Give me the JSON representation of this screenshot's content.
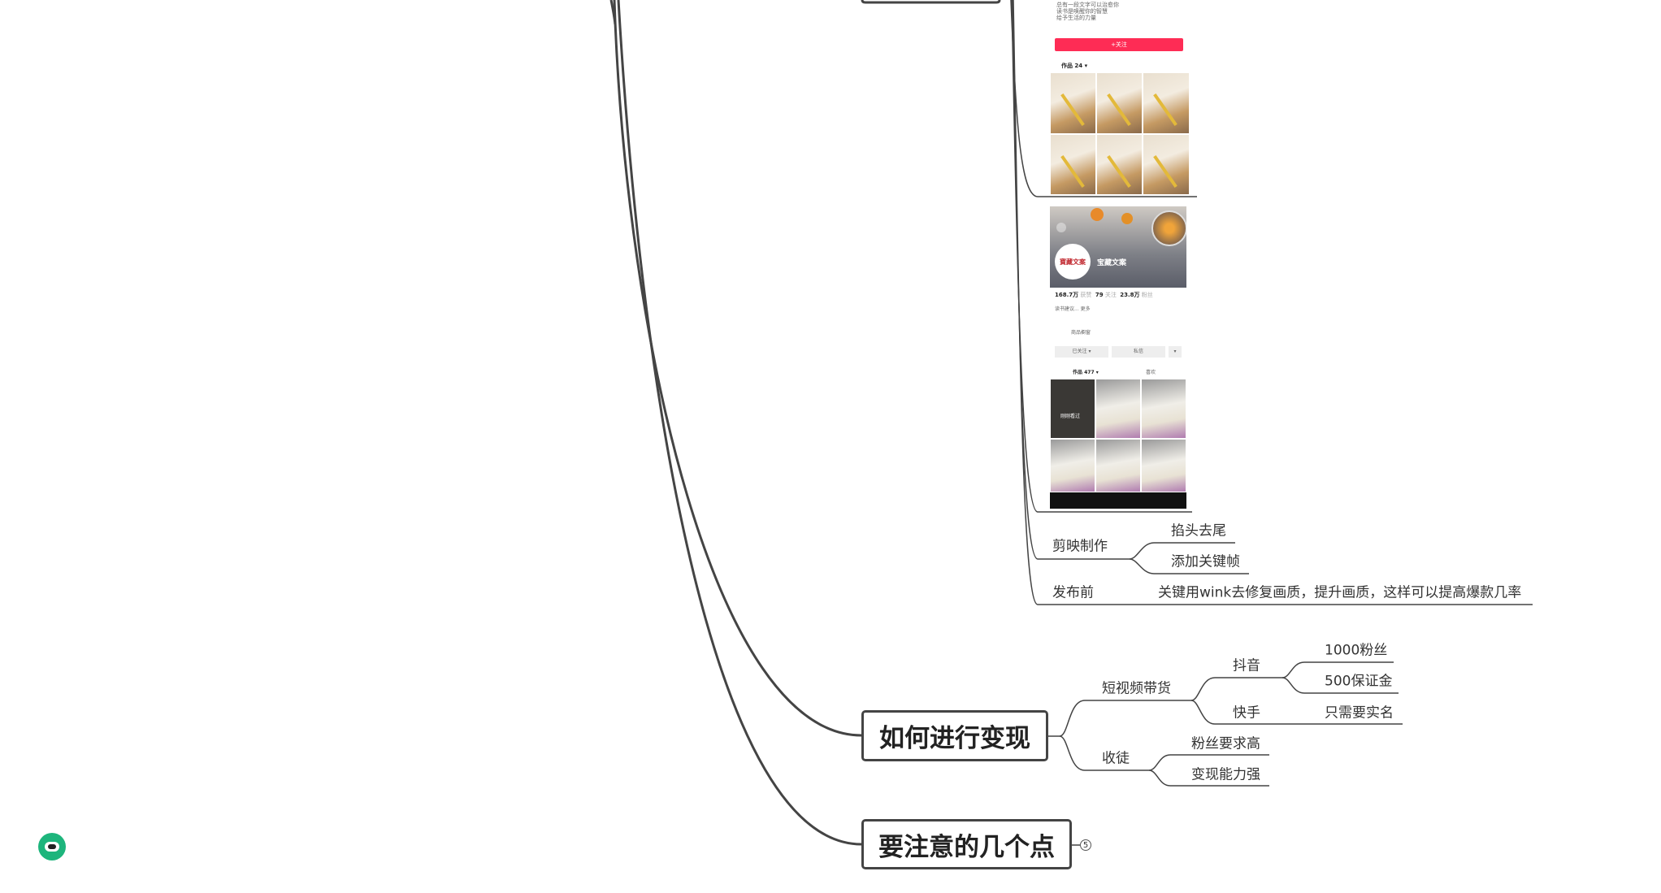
{
  "mindmap": {
    "main_nodes": [
      {
        "label": "如何进行变现"
      },
      {
        "label": "要注意的几个点",
        "collapsed_count": "5"
      }
    ],
    "upper_branch": {
      "jianying": {
        "label": "剪映制作",
        "children": [
          "掐头去尾",
          "添加关键帧"
        ]
      },
      "before_publish": {
        "label": "发布前",
        "children": [
          "关键用wink去修复画质，提升画质，这样可以提高爆款几率"
        ]
      }
    },
    "monetize": {
      "short_video": {
        "label": "短视频带货",
        "douyin": {
          "label": "抖音",
          "children": [
            "1000粉丝",
            "500保证金"
          ]
        },
        "kuaishou": {
          "label": "快手",
          "children": [
            "只需要实名"
          ]
        }
      },
      "apprentice": {
        "label": "收徒",
        "children": [
          "粉丝要求高",
          "变现能力强"
        ]
      }
    }
  },
  "screenshot1": {
    "bio_lines": [
      "总有一段文字可以治愈你",
      "读书是唤醒你的智慧",
      "给予生活的力量"
    ],
    "follow_button": "+关注",
    "works_tab": "作品 24 ▾",
    "accent": "#fe2c55"
  },
  "screenshot2": {
    "name": "宝藏文案",
    "avatar_text": "寶藏文案",
    "stats": [
      {
        "value": "168.7万",
        "label": "获赞"
      },
      {
        "value": "79",
        "label": "关注"
      },
      {
        "value": "23.8万",
        "label": "粉丝"
      }
    ],
    "bio": "读书建议... 更多",
    "shop": "商品橱窗",
    "followed_button": "已关注 ▾",
    "message_button": "私信",
    "more_button": "▾",
    "works_tab": "作品 477 ▾",
    "likes_tab": "喜欢",
    "recently_viewed": "刚刚看过"
  },
  "assistant": {
    "icon": "robot-icon",
    "color": "#1db57c"
  }
}
